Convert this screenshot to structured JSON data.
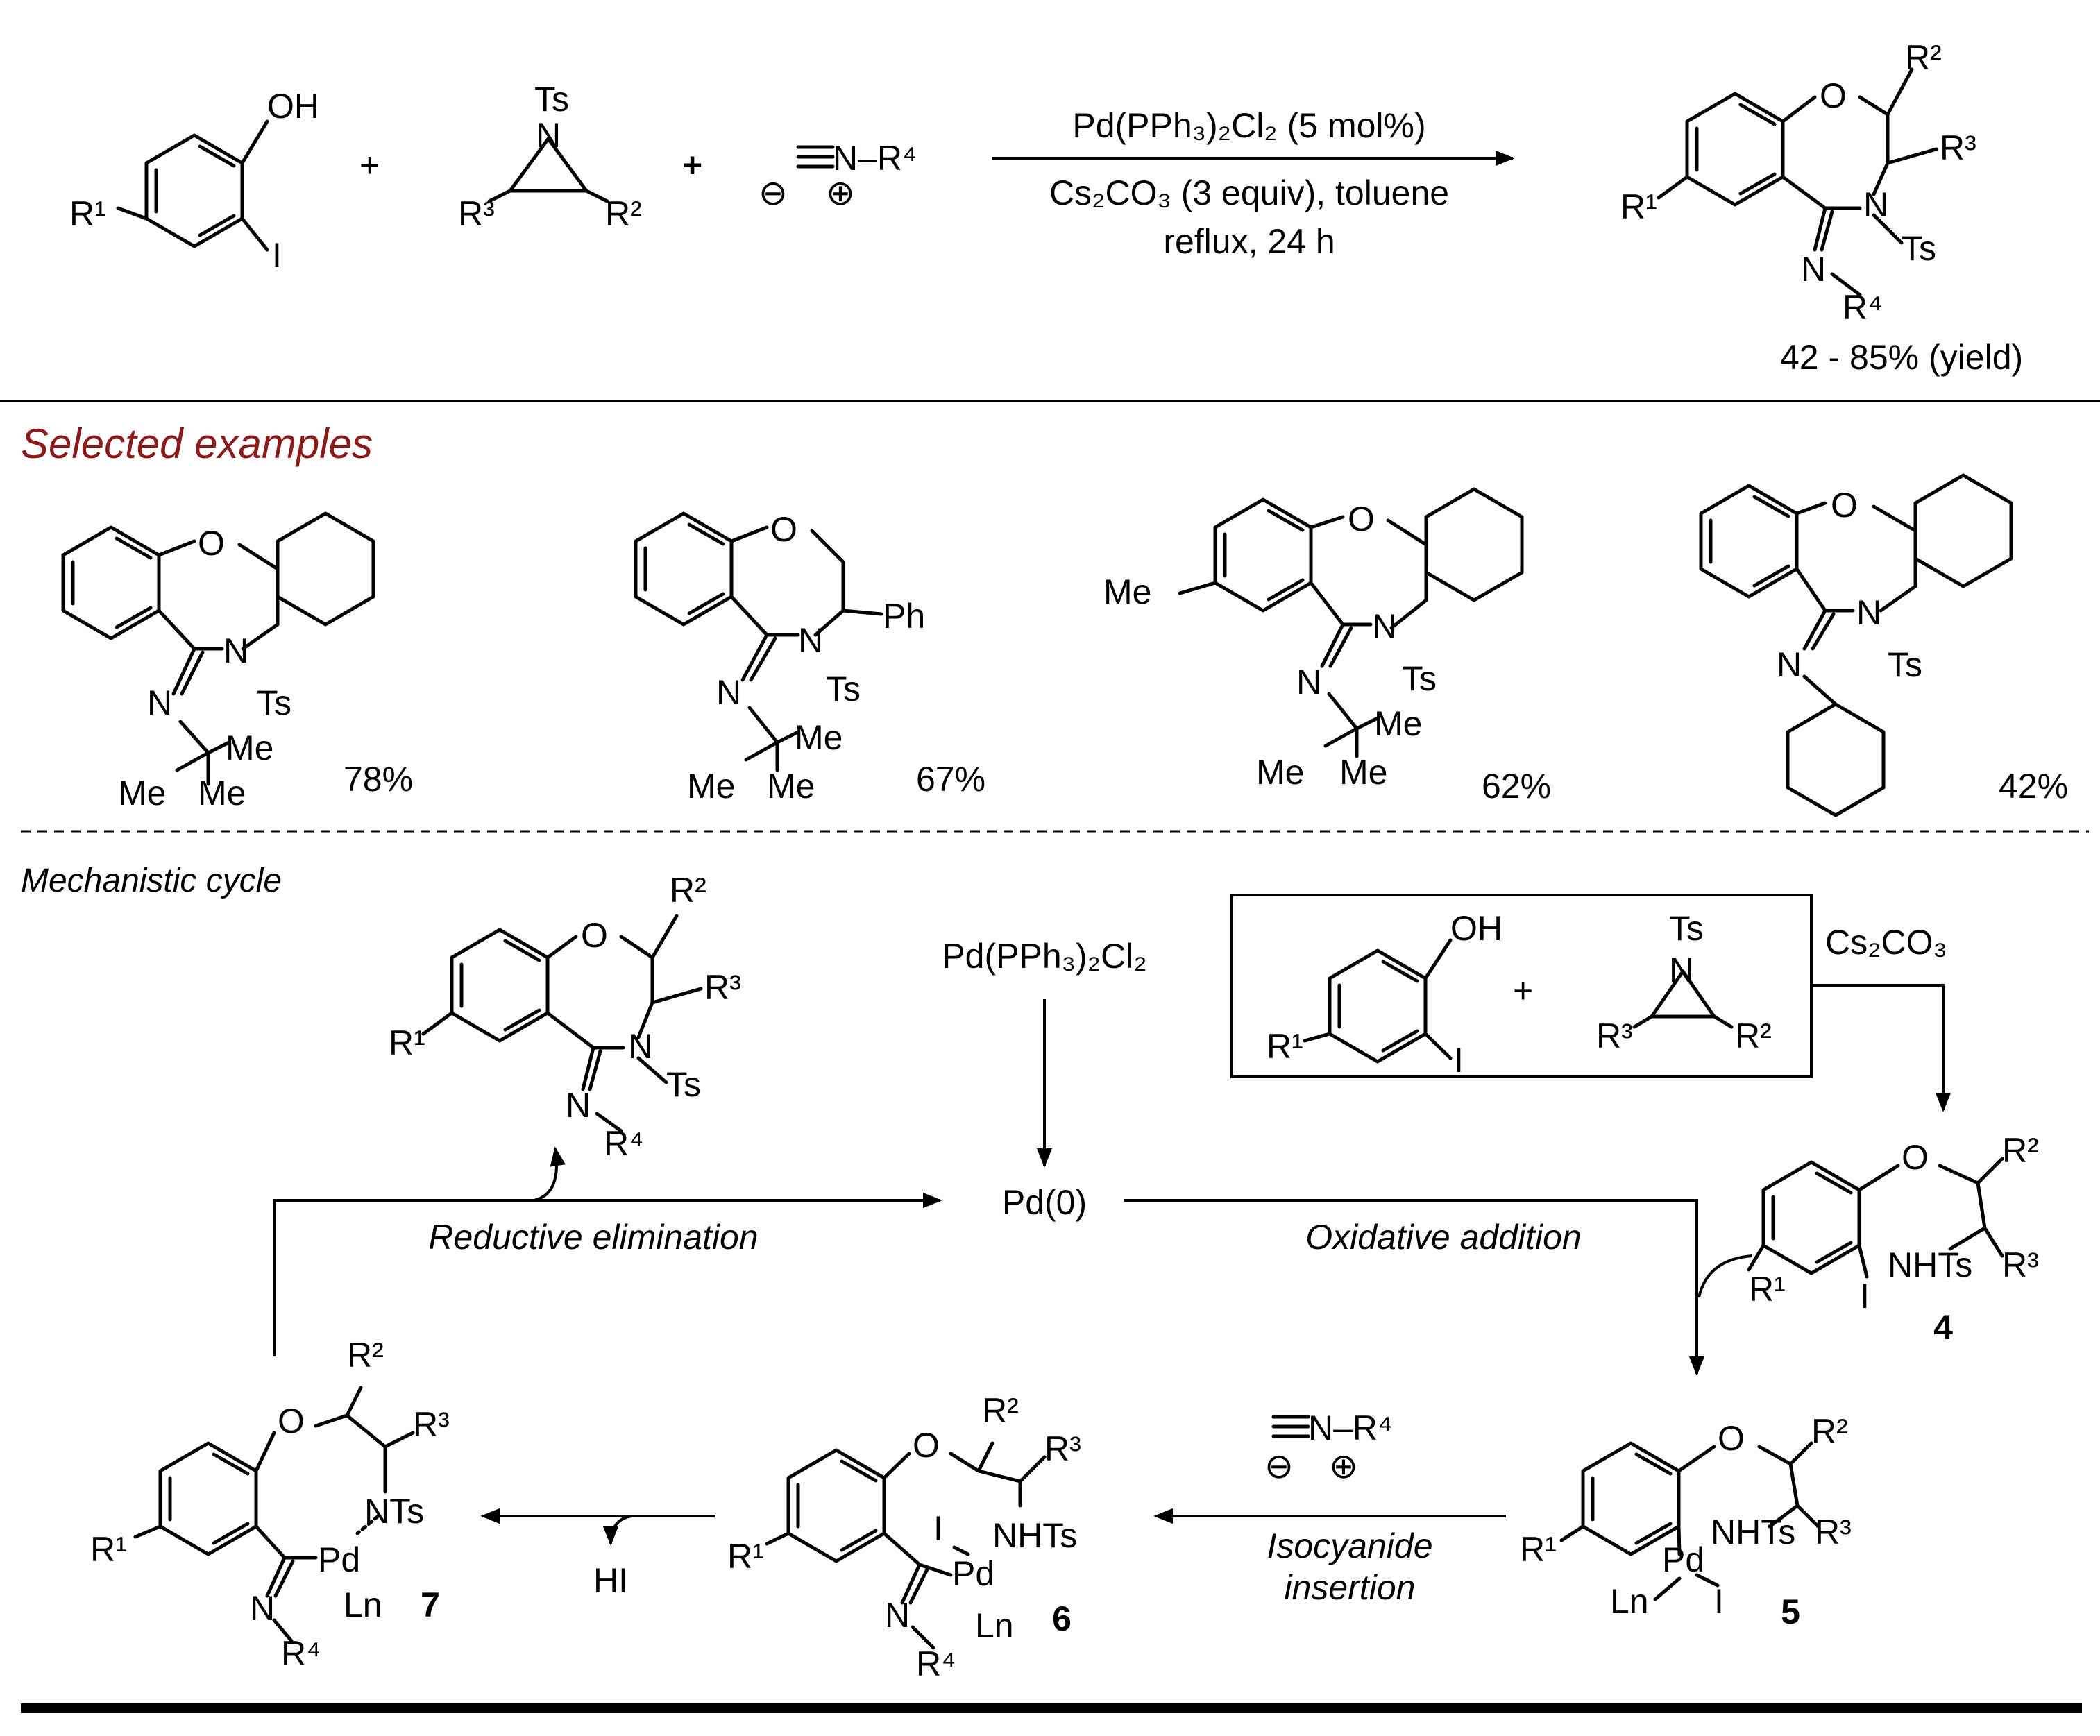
{
  "reaction": {
    "conditions_top": "Pd(PPh₃)₂Cl₂ (5 mol%)",
    "conditions_bottom_1": "Cs₂CO₃ (3 equiv), toluene",
    "conditions_bottom_2": "reflux, 24 h",
    "yield_range": "42 - 85% (yield)",
    "plus": "+"
  },
  "labels": {
    "OH": "OH",
    "I": "I",
    "R1": "R¹",
    "R2": "R²",
    "R3": "R³",
    "R4": "R⁴",
    "Ts": "Ts",
    "N": "N",
    "O": "O",
    "NTs": "NTs",
    "NHTs": "NHTs",
    "Pd": "Pd",
    "Ln": "Ln",
    "Ph": "Ph",
    "Me": "Me",
    "HI": "HI",
    "isocyanide": "N–R⁴",
    "minus": "⊖",
    "plusCharge": "⊕"
  },
  "examples": {
    "heading": "Selected examples",
    "yields": [
      "78%",
      "67%",
      "62%",
      "42%"
    ]
  },
  "mechanism": {
    "heading": "Mechanistic cycle",
    "catalyst_precursor": "Pd(PPh₃)₂Cl₂",
    "pd0": "Pd(0)",
    "base": "Cs₂CO₃",
    "step_reductive": "Reductive elimination",
    "step_oxidative": "Oxidative addition",
    "step_insertion_1": "Isocyanide",
    "step_insertion_2": "insertion",
    "byproduct": "HI",
    "compound_numbers": [
      "4",
      "5",
      "6",
      "7"
    ]
  }
}
